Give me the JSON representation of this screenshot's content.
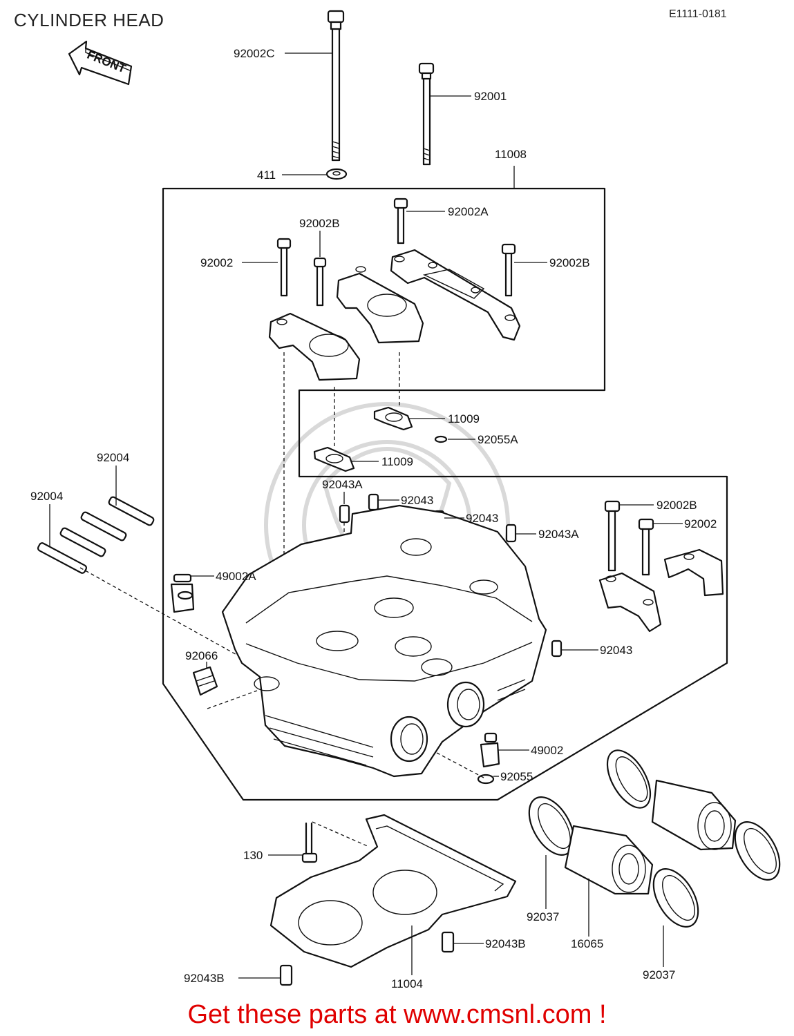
{
  "header": {
    "title": "CYLINDER HEAD",
    "diagram_code": "E1111-0181"
  },
  "front_arrow": {
    "label": "FRONT"
  },
  "labels": {
    "l_92002C": "92002C",
    "l_92001": "92001",
    "l_411": "411",
    "l_11008": "11008",
    "l_92002A": "92002A",
    "l_92002B_top": "92002B",
    "l_92002_top": "92002",
    "l_92002B_right": "92002B",
    "l_11009_a": "11009",
    "l_92055A": "92055A",
    "l_11009_b": "11009",
    "l_92004_a": "92004",
    "l_92004_b": "92004",
    "l_92043A_top": "92043A",
    "l_92043_a": "92043",
    "l_92043_b": "92043",
    "l_92002B_mid": "92002B",
    "l_92002_mid": "92002",
    "l_49002A": "49002A",
    "l_92043A_right": "92043A",
    "l_92066": "92066",
    "l_92043_c": "92043",
    "l_49002": "49002",
    "l_92055": "92055",
    "l_130": "130",
    "l_92037_a": "92037",
    "l_16065": "16065",
    "l_92037_b": "92037",
    "l_92043B_right": "92043B",
    "l_92043B_left": "92043B",
    "l_11004": "11004"
  },
  "footer": {
    "banner": "Get these parts at www.cmsnl.com !"
  },
  "colors": {
    "banner": "#e00000",
    "ink": "#111111"
  }
}
